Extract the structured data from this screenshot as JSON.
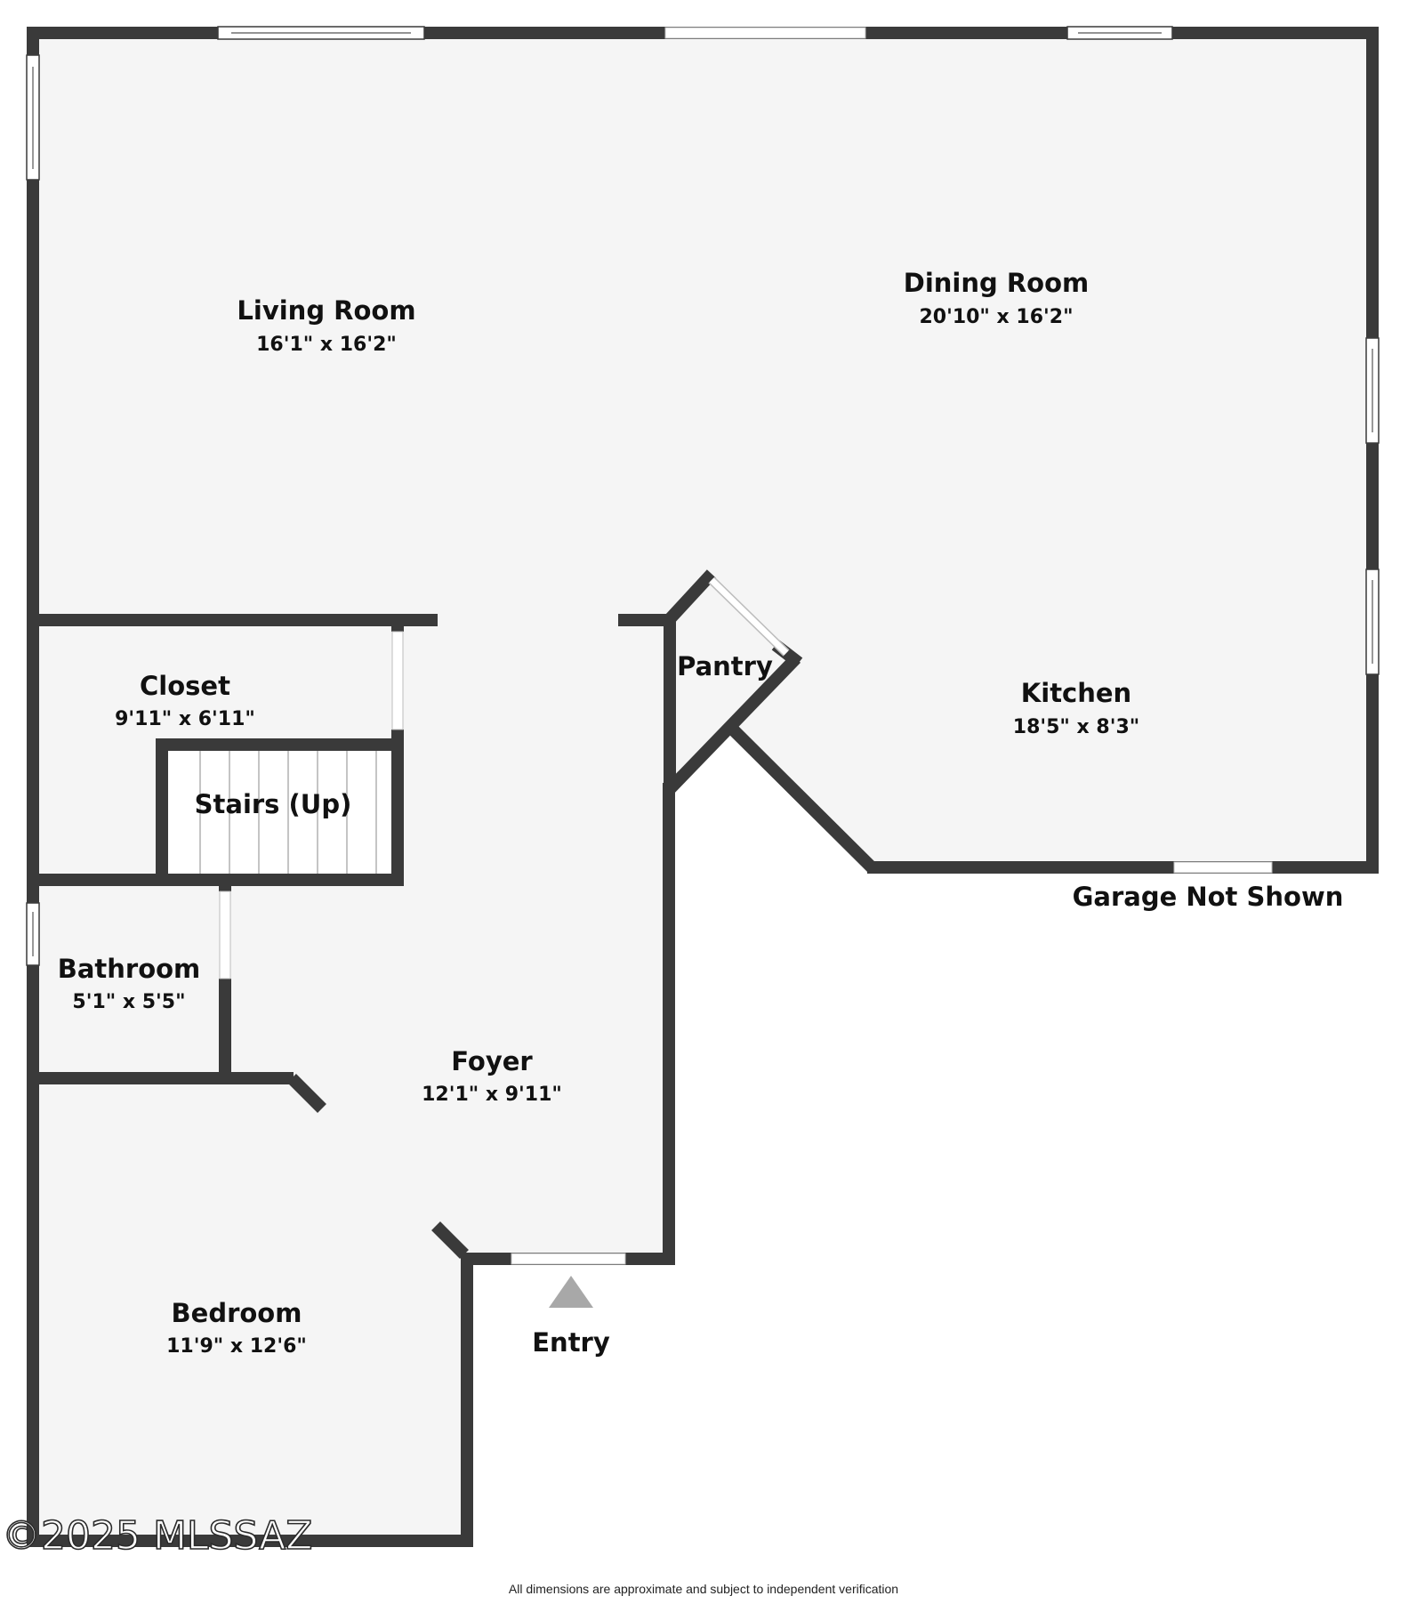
{
  "rooms": {
    "living_room": {
      "name": "Living Room",
      "dims": "16'1\" x 16'2\""
    },
    "dining_room": {
      "name": "Dining Room",
      "dims": "20'10\" x 16'2\""
    },
    "closet": {
      "name": "Closet",
      "dims": "9'11\" x 6'11\""
    },
    "pantry": {
      "name": "Pantry"
    },
    "kitchen": {
      "name": "Kitchen",
      "dims": "18'5\" x 8'3\""
    },
    "stairs": {
      "name": "Stairs (Up)"
    },
    "bathroom": {
      "name": "Bathroom",
      "dims": "5'1\" x 5'5\""
    },
    "foyer": {
      "name": "Foyer",
      "dims": "12'1\" x 9'11\""
    },
    "bedroom": {
      "name": "Bedroom",
      "dims": "11'9\" x 12'6\""
    }
  },
  "labels": {
    "garage": "Garage Not Shown",
    "entry": "Entry",
    "watermark": "©2025 MLSSAZ",
    "footnote": "All dimensions are approximate and subject to independent verification"
  },
  "colors": {
    "wall": "#3a3a3a",
    "floor": "#f5f5f5",
    "entry_marker": "#a8a8a8"
  }
}
